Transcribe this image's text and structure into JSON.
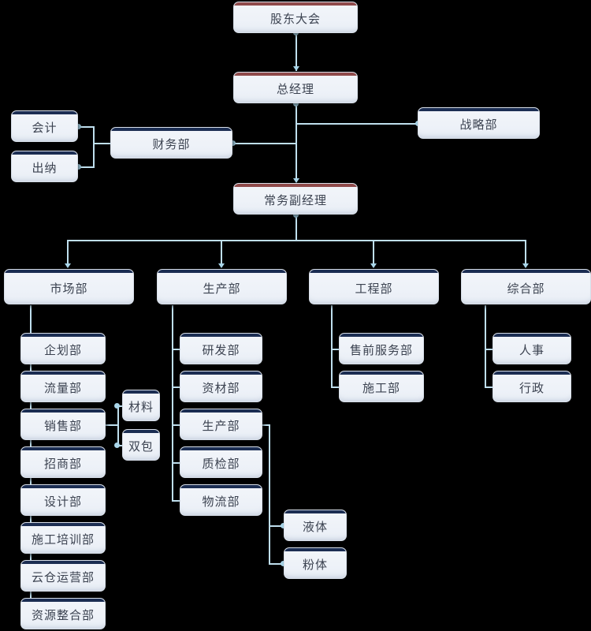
{
  "chart": {
    "type": "org-chart",
    "title": "",
    "background_color": "#000000",
    "node_top_bar_color_default": "#1b2d52",
    "node_top_bar_color_executive": "#8f4a4a",
    "connector_color": "#bfdfee",
    "node_text_color": "#3b4250"
  },
  "nodes": {
    "shareholders": "股东大会",
    "general_manager": "总经理",
    "executive_deputy": "常务副经理",
    "finance": "财务部",
    "accounting": "会计",
    "cashier": "出纳",
    "strategy": "战略部",
    "market": "市场部",
    "production": "生产部",
    "engineering": "工程部",
    "comprehensive": "综合部",
    "market_children": {
      "planning": "企划部",
      "traffic": "流量部",
      "sales": "销售部",
      "investment": "招商部",
      "design": "设计部",
      "construction_training": "施工培训部",
      "cloud_warehouse": "云仓运营部",
      "resource_integration": "资源整合部"
    },
    "sales_children": {
      "material": "材料",
      "double_package": "双包"
    },
    "production_children": {
      "rd": "研发部",
      "materials": "资材部",
      "production_sub": "生产部",
      "quality": "质检部",
      "logistics": "物流部"
    },
    "production_sub_children": {
      "liquid": "液体",
      "powder": "粉体"
    },
    "engineering_children": {
      "presales_service": "售前服务部",
      "construction": "施工部"
    },
    "comprehensive_children": {
      "hr": "人事",
      "admin": "行政"
    }
  }
}
